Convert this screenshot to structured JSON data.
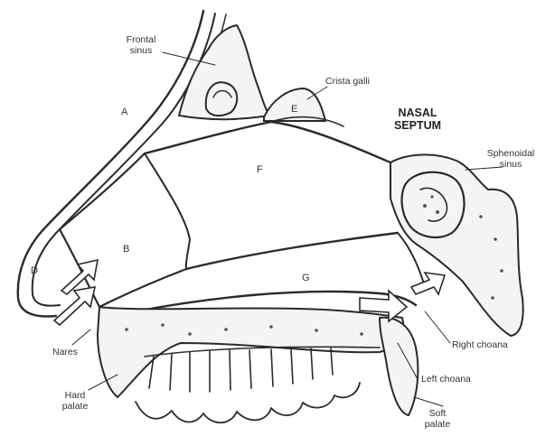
{
  "title": {
    "line1": "NASAL",
    "line2": "SEPTUM"
  },
  "labels": {
    "frontal_sinus": {
      "line1": "Frontal",
      "line2": "sinus"
    },
    "crista_galli": "Crista galli",
    "sphenoidal_sinus": {
      "line1": "Sphenoidal",
      "line2": "sinus"
    },
    "nares": "Nares",
    "hard_palate": {
      "line1": "Hard",
      "line2": "palate"
    },
    "right_choana": "Right choana",
    "left_choana": "Left choana",
    "soft_palate": {
      "line1": "Soft",
      "line2": "palate"
    }
  },
  "letters": {
    "a": "A",
    "b": "B",
    "d": "D",
    "e": "E",
    "f": "F",
    "g": "G"
  }
}
